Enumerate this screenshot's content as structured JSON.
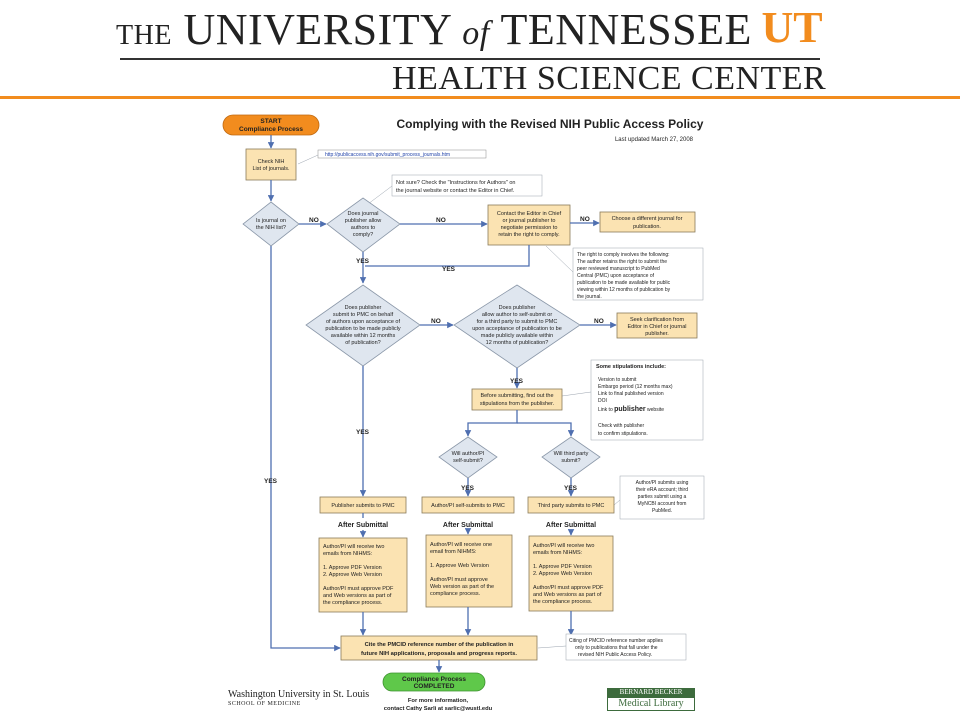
{
  "header": {
    "the": "THE",
    "university": "UNIVERSITY",
    "of": "of",
    "tennessee": "TENNESSEE",
    "logo": "UT",
    "hsc": "HEALTH SCIENCE CENTER"
  },
  "flow": {
    "title": "Complying with the Revised NIH Public Access Policy",
    "updated": "Last updated March 27, 2008",
    "start_1": "START",
    "start_2": "Compliance Process",
    "check_nih_1": "Check NIH",
    "check_nih_2": "List of journals.",
    "url": "http://publicaccess.nih.gov/submit_process_journals.htm",
    "not_sure_1": "Not sure? Check the \"Instructions for Authors\" on",
    "not_sure_2": "the journal website or contact the Editor in Chief.",
    "q_on_list_1": "Is journal on",
    "q_on_list_2": "the NIH list?",
    "q_allow_1": "Does journal",
    "q_allow_2": "publisher allow",
    "q_allow_3": "authors to",
    "q_allow_4": "comply?",
    "contact_1": "Contact the Editor in Chief",
    "contact_2": "or journal publisher to",
    "contact_3": "negotiate permission to",
    "contact_4": "retain the right to comply.",
    "choose_1": "Choose a different journal for",
    "choose_2": "publication.",
    "right_note": [
      "The right to comply involves the following:",
      "The author retains the right to submit the",
      "peer reviewed manuscript to PubMed",
      "Central (PMC) upon acceptance of",
      "publication to be made available for public",
      "viewing within 12 months of publication by",
      "the journal."
    ],
    "no": "NO",
    "yes": "YES",
    "q_pub_submit": [
      "Does publisher",
      "submit to PMC on behalf",
      "of authors upon acceptance of",
      "publication to be made publicly",
      "available within 12 months",
      "of publication?"
    ],
    "q_pub_allow": [
      "Does publisher",
      "allow author to self-submit or",
      "for a third party to submit to PMC",
      "upon acceptance of publication to be",
      "made publicly available within",
      "12 months of publication?"
    ],
    "seek_1": "Seek clarification from",
    "seek_2": "Editor in Chief or journal",
    "seek_3": "publisher.",
    "stip_head": "Some stipulations include:",
    "stip_items": [
      "Version to submit",
      "Embargo period (12 months max)",
      "Link to final published version",
      "DOI"
    ],
    "stip_link_pre": "Link to ",
    "stip_link_word": "publisher",
    "stip_link_post": " website",
    "stip_check_1": "Check with publisher",
    "stip_check_2": "to confirm stipulations.",
    "before_1": "Before submitting, find out the",
    "before_2": "stipulations from the publisher.",
    "q_self_1": "Will author/PI",
    "q_self_2": "self-submit?",
    "q_third_1": "Will third party",
    "q_third_2": "submit?",
    "era_note": [
      "Author/PI submits using",
      "their eRA account; third",
      "parties submit using a",
      "MyNCBI account from",
      "PubMed."
    ],
    "pub_submits": "Publisher submits to PMC",
    "self_submits": "Author/PI self-submits to PMC",
    "third_submits": "Third party submits to PMC",
    "after": "After Submittal",
    "result_a": [
      "Author/PI will receive two",
      "emails from NIHMS:",
      "",
      "1.  Approve PDF Version",
      "2.  Approve Web Version",
      "",
      "Author/PI must approve PDF",
      "and Web versions as part of",
      "the compliance process."
    ],
    "result_b": [
      "Author/PI will receive one",
      "email from NIHMS:",
      "",
      "1.  Approve Web Version",
      "",
      "Author/PI must approve",
      "Web version as part of the",
      "compliance process."
    ],
    "result_c": [
      "Author/PI will receive two",
      "emails from NIHMS:",
      "",
      "1.  Approve PDF Version",
      "2.  Approve Web Version",
      "",
      "Author/PI must approve PDF",
      "and Web versions as part of",
      "the compliance process."
    ],
    "cite_1": "Cite the  PMCID reference number of the publication in",
    "cite_2": "future NIH applications, proposals and progress reports.",
    "cite_note_1": "Citing of PMCID reference number applies",
    "cite_note_2": "only to publications that fall under the",
    "cite_note_3": "revised NIH Public Access Policy.",
    "end_1": "Compliance Process",
    "end_2": "COMPLETED",
    "info_1": "For more information,",
    "info_2": "contact Cathy Sarli at sarlic@wustl.edu"
  },
  "footer": {
    "wu_name": "Washington University in St. Louis",
    "wu_school": "SCHOOL OF MEDICINE",
    "becker_1": "BERNARD BECKER",
    "becker_2": "Medical Library"
  },
  "colors": {
    "accent_orange": "#f28c1e",
    "box_fill": "#fbe3b2",
    "diamond_fill": "#dfe6ef",
    "start_green": "#5fc84a",
    "arrow_blue": "#4f6fb0"
  }
}
